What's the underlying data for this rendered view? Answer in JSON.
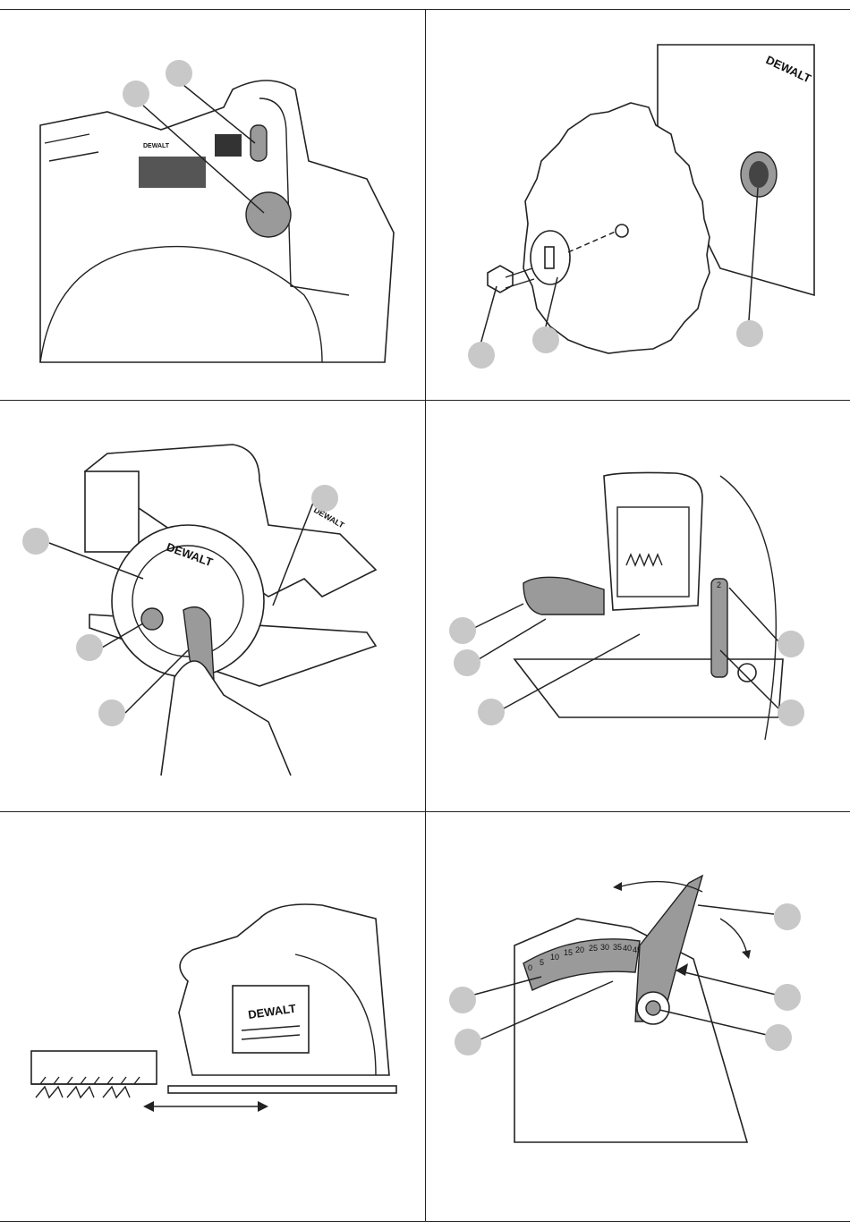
{
  "brand": {
    "logo": "DEWALT"
  },
  "figures": [
    {
      "id": "switch-and-lock",
      "callouts": 2
    },
    {
      "id": "blade-assembly",
      "callouts": 3
    },
    {
      "id": "blade-wrench-use",
      "callouts": 4
    },
    {
      "id": "depth-adjustment",
      "callouts": 5
    },
    {
      "id": "kerf-guide",
      "callouts": 0
    },
    {
      "id": "bevel-adjustment",
      "callouts": 5
    }
  ],
  "bevel_scale": {
    "labels": [
      "0",
      "5",
      "10",
      "15",
      "20",
      "25",
      "30",
      "35",
      "40",
      "45"
    ]
  },
  "depth_scale_mark": "2",
  "colors": {
    "callout": "#c8c8c8",
    "line": "#222222"
  }
}
